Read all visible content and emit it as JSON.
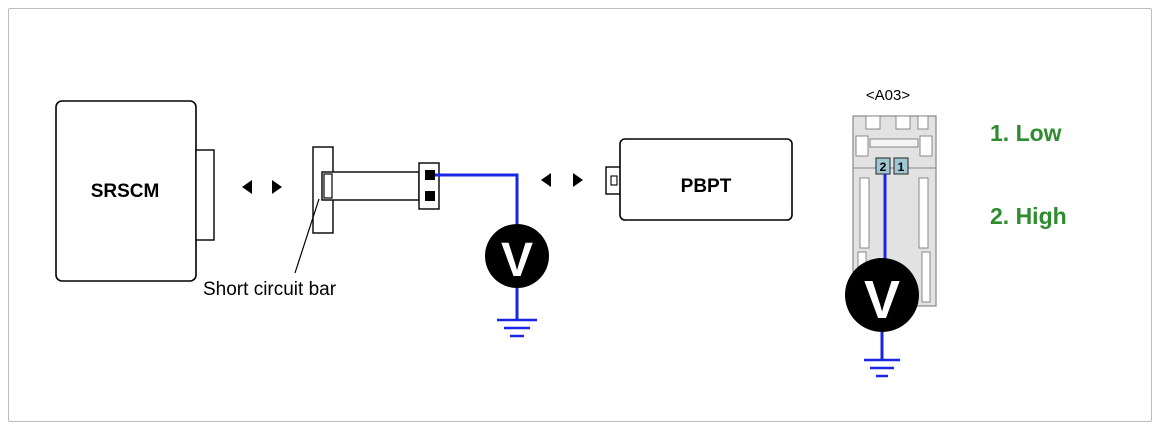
{
  "components": {
    "srscm": "SRSCM",
    "pbpt": "PBPT",
    "connector_id": "<A03>",
    "short_bar_caption": "Short circuit bar",
    "meter_symbol": "V"
  },
  "pins": {
    "pin2": "2",
    "pin1": "1"
  },
  "legend": {
    "item1": "1. Low",
    "item2": "2. High"
  },
  "colors": {
    "wire": "#1a26e6",
    "legend_text": "#2e8b2e",
    "outline": "#000000",
    "connector_fill": "#e2e2e2",
    "pin_fill": "#9fc6d3"
  }
}
